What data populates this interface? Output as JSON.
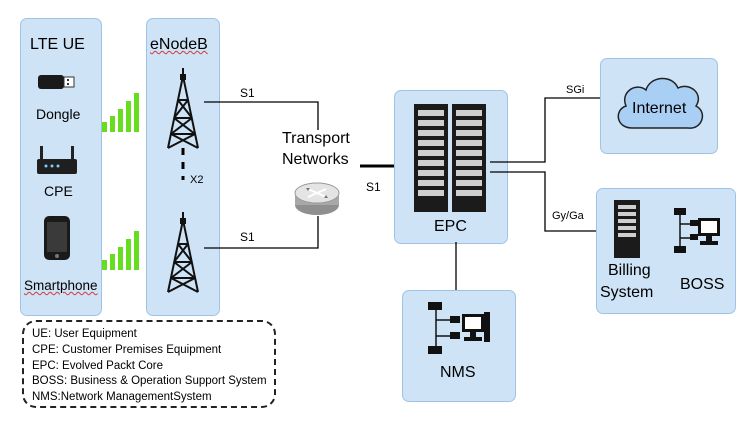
{
  "ue": {
    "title": "LTE UE",
    "devices": [
      "Dongle",
      "CPE",
      "Smartphone"
    ]
  },
  "enodeb": {
    "title": "eNodeB",
    "x2_label": "X2"
  },
  "transport": {
    "line1": "Transport",
    "line2": "Networks"
  },
  "interfaces": {
    "s1_top": "S1",
    "s1_bottom": "S1",
    "s1_epc": "S1",
    "sgi": "SGi",
    "gy_ga": "Gy/Ga"
  },
  "epc": {
    "label": "EPC"
  },
  "internet": {
    "label": "Internet"
  },
  "billing": {
    "line1": "Billing",
    "line2": "System",
    "boss": "BOSS"
  },
  "nms": {
    "label": "NMS"
  },
  "legend": [
    "UE: User Equipment",
    "CPE: Customer Premises Equipment",
    "EPC: Evolved Packt Core",
    "BOSS: Business & Operation Support System",
    "NMS:Network ManagementSystem"
  ],
  "colors": {
    "panel_fill": "#cfe3f7",
    "panel_border": "#9fc3e6",
    "signal_bars": "#66dd1e"
  }
}
